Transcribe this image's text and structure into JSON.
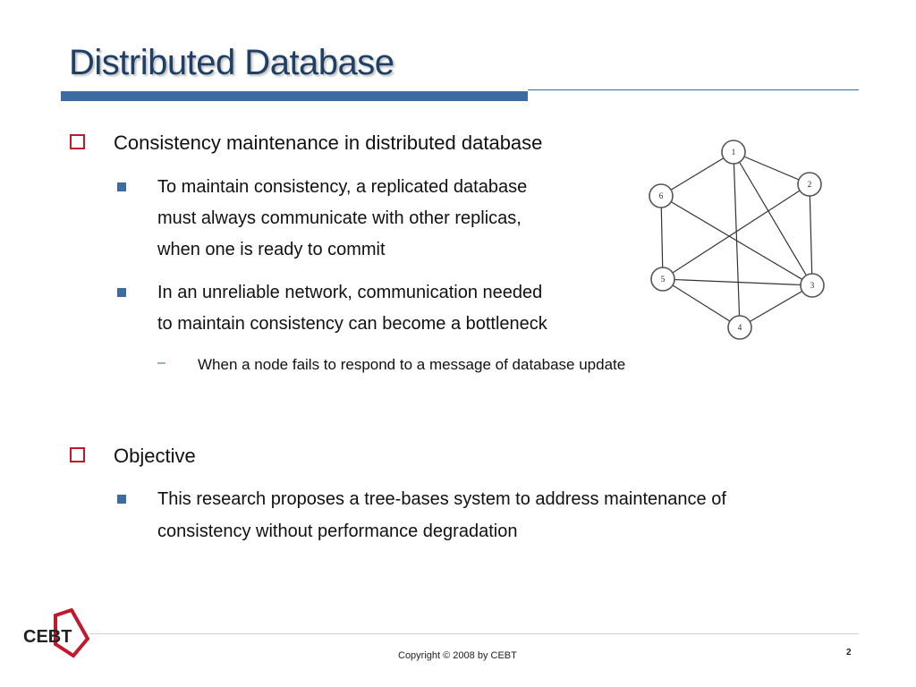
{
  "slide": {
    "title": "Distributed Database"
  },
  "section1": {
    "heading": "Consistency maintenance in distributed database",
    "bullets": [
      {
        "lines": [
          "To maintain consistency, a replicated database",
          "must always communicate with other replicas,",
          "when one is ready to commit"
        ]
      },
      {
        "lines": [
          "In an unreliable network, communication needed",
          "to maintain consistency can become a bottleneck"
        ]
      }
    ],
    "sub_bullet": {
      "marker": "–",
      "text": "When a node fails to respond to a message of database update"
    }
  },
  "section2": {
    "heading": "Objective",
    "bullets": [
      {
        "lines": [
          "This research proposes a tree-bases system to address maintenance of",
          "consistency without performance degradation"
        ]
      }
    ]
  },
  "graph": {
    "nodes": [
      "1",
      "2",
      "3",
      "4",
      "5",
      "6"
    ],
    "edges": [
      [
        "1",
        "2"
      ],
      [
        "1",
        "6"
      ],
      [
        "1",
        "4"
      ],
      [
        "1",
        "3"
      ],
      [
        "2",
        "3"
      ],
      [
        "2",
        "5"
      ],
      [
        "3",
        "4"
      ],
      [
        "3",
        "5"
      ],
      [
        "4",
        "5"
      ],
      [
        "5",
        "6"
      ],
      [
        "6",
        "3"
      ]
    ]
  },
  "footer": {
    "logo_text": "CEBT",
    "copyright": "Copyright © 2008 by CEBT",
    "page_number": "2"
  },
  "colors": {
    "title": "#1f3f66",
    "accent_blue": "#3d6aa1",
    "bullet_red": "#c0182c"
  }
}
